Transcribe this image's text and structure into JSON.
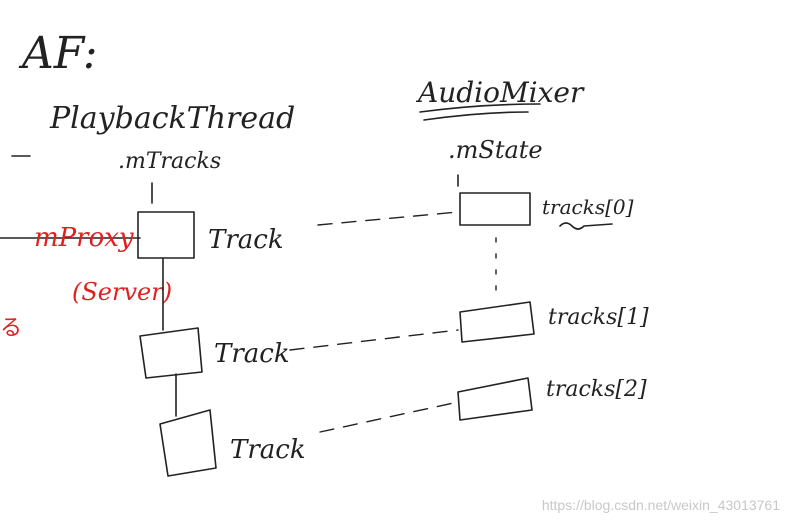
{
  "left": {
    "heading": "AF:",
    "thread": "PlaybackThread",
    "member": ".mTracks",
    "proxy_label": "mProxy",
    "server_label": "(Server)",
    "tracks": [
      "Track",
      "Track",
      "Track"
    ]
  },
  "right": {
    "heading": "AudioMixer",
    "member": ".mState",
    "slots": [
      "tracks[0]",
      "tracks[1]",
      "tracks[2]"
    ]
  },
  "edge_glyph": "る",
  "watermark": "https://blog.csdn.net/weixin_43013761",
  "colors": {
    "ink": "#222222",
    "red": "#e0201f",
    "watermark": "#c8c8c8"
  }
}
